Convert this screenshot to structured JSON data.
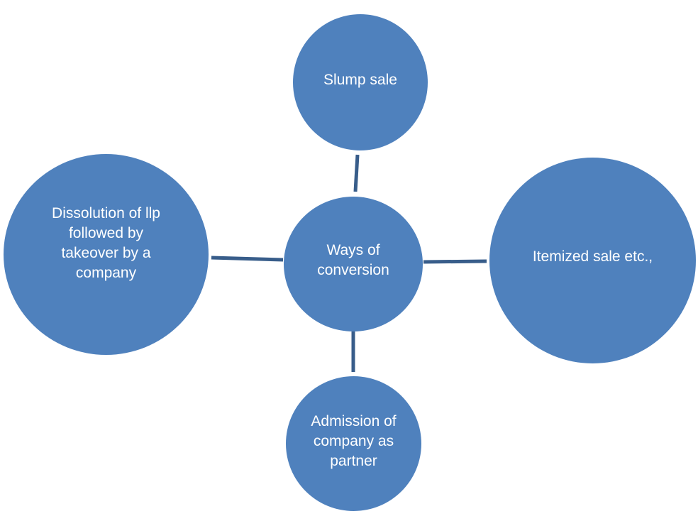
{
  "diagram": {
    "center": "Ways of\nconversion",
    "top": "Slump sale",
    "left": "Dissolution of llp\nfollowed by\ntakeover  by a\ncompany",
    "right": "Itemized sale etc.,",
    "bottom": "Admission of\ncompany as\npartner"
  },
  "colors": {
    "node_fill": "#4f81bd",
    "connector": "#385d8a",
    "text": "#ffffff"
  }
}
